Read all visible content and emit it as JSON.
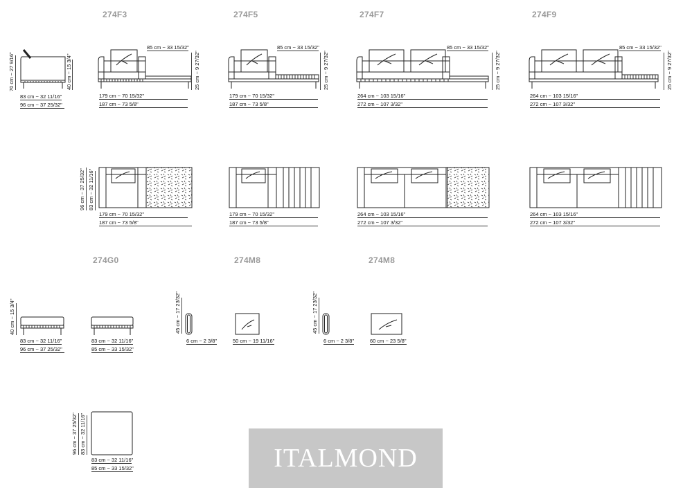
{
  "codes": {
    "c1": "274F3",
    "c2": "274F5",
    "c3": "274F7",
    "c4": "274F9",
    "c5": "274G0",
    "c6": "274M8",
    "c7": "274M8"
  },
  "dims": {
    "d85": "85 cm ~ 33 15/32\"",
    "d179": "179 cm ~ 70 15/32\"",
    "d187": "187 cm ~ 73 5/8\"",
    "d264": "264 cm ~ 103 15/16\"",
    "d272": "272 cm ~ 107 3/32\"",
    "d83": "83 cm ~ 32 11/16\"",
    "d96": "96 cm ~ 37 25/32\"",
    "d85b": "85 cm ~ 33 15/32\"",
    "d6": "6 cm ~ 2 3/8\"",
    "d50": "50 cm ~ 19 11/16\"",
    "d60": "60 cm ~ 23 5/8\"",
    "v70": "70 cm ~ 27 9/16\"",
    "v40": "40 cm ~ 15 3/4\"",
    "v25": "25 cm ~ 9 27/32\"",
    "v96": "96 cm ~ 37 25/32\"",
    "v83": "83 cm ~ 32 11/16\"",
    "v45": "45 cm ~ 17 23/32\""
  },
  "logo": "ITALMOND"
}
